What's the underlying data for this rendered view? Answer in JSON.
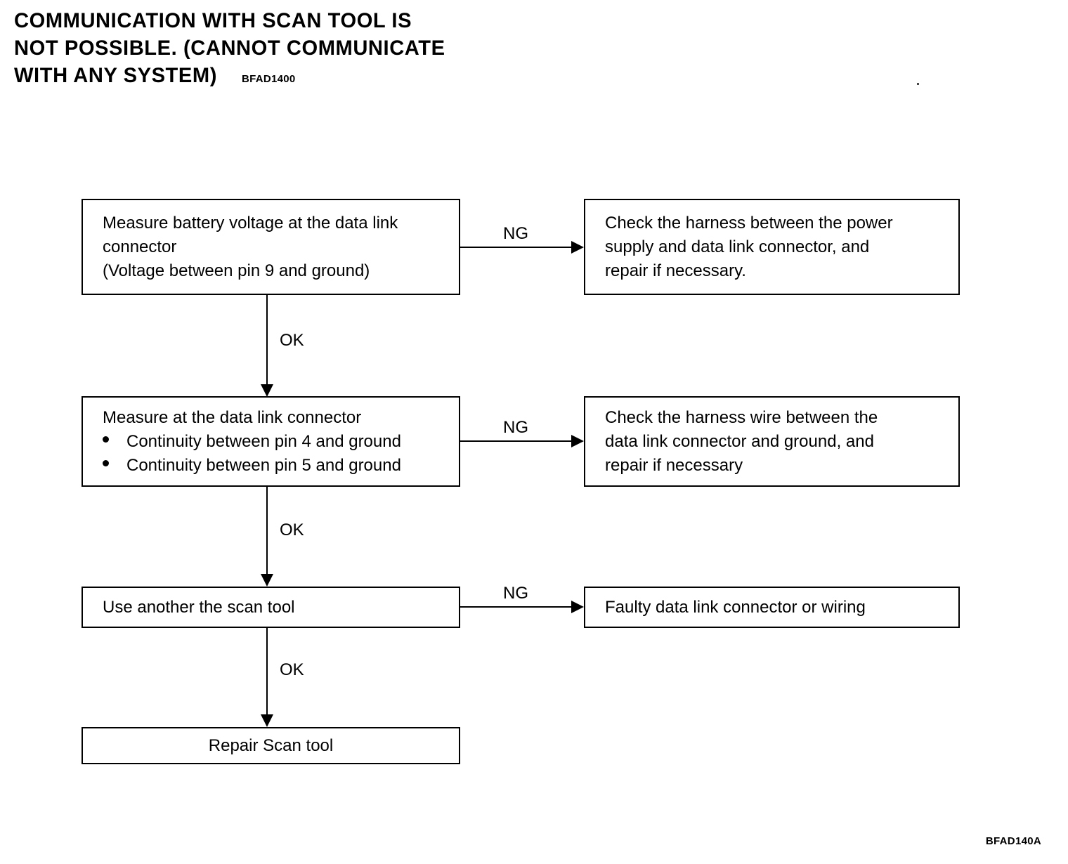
{
  "title": {
    "line1": "COMMUNICATION WITH SCAN TOOL IS",
    "line2": "NOT POSSIBLE. (CANNOT COMMUNICATE",
    "line3": "WITH ANY SYSTEM)",
    "code": "BFAD1400"
  },
  "footer": {
    "code": "BFAD140A"
  },
  "flow": {
    "step1": {
      "line1": "Measure battery voltage at the data link",
      "line2": "connector",
      "line3": "(Voltage between pin 9 and ground)"
    },
    "result1": {
      "line1": "Check the harness between the power",
      "line2": "supply and data link connector, and",
      "line3": "repair if necessary."
    },
    "step2": {
      "line1": "Measure at the data link connector",
      "bullet1": "Continuity between pin 4 and ground",
      "bullet2": "Continuity between pin 5 and ground"
    },
    "result2": {
      "line1": "Check the harness wire between the",
      "line2": "data link connector and ground, and",
      "line3": "repair if necessary"
    },
    "step3": {
      "line1": "Use another the scan tool"
    },
    "result3": {
      "line1": "Faulty data link connector or wiring"
    },
    "step4": {
      "line1": "Repair Scan tool"
    }
  },
  "edges": {
    "ng1": "NG",
    "ng2": "NG",
    "ng3": "NG",
    "ok1": "OK",
    "ok2": "OK",
    "ok3": "OK"
  },
  "colors": {
    "ink": "#000000",
    "page": "#ffffff"
  }
}
